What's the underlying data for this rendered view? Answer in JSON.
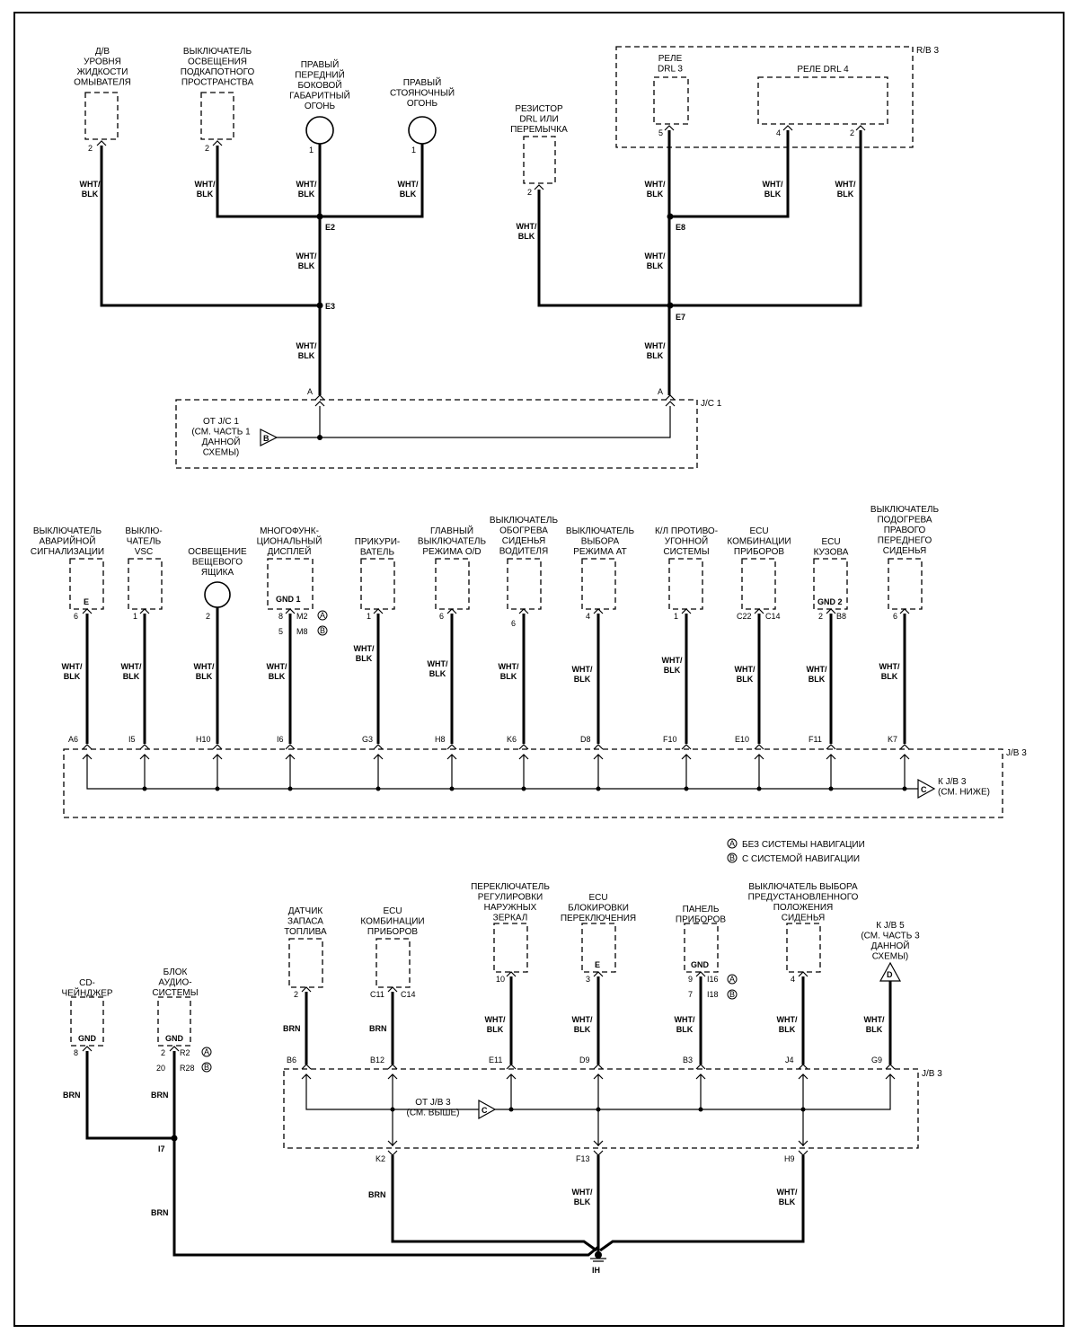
{
  "labels": {
    "c1": [
      "Д/В",
      "УРОВНЯ",
      "ЖИДКОСТИ",
      "ОМЫВАТЕЛЯ"
    ],
    "c2": [
      "ВЫКЛЮЧАТЕЛЬ",
      "ОСВЕЩЕНИЯ",
      "ПОДКАПОТНОГО",
      "ПРОСТРАНСТВА"
    ],
    "c3": [
      "ПРАВЫЙ",
      "ПЕРЕДНИЙ",
      "БОКОВОЙ",
      "ГАБАРИТНЫЙ",
      "ОГОНЬ"
    ],
    "c4": [
      "ПРАВЫЙ",
      "СТОЯНОЧНЫЙ",
      "ОГОНЬ"
    ],
    "c5": [
      "РЕЗИСТОР",
      "DRL ИЛИ",
      "ПЕРЕМЫЧКА"
    ],
    "c6": [
      "РЕЛЕ",
      "DRL 3"
    ],
    "c7": [
      "РЕЛЕ DRL 4"
    ],
    "rb3": "R/B 3",
    "jc1": "J/C 1",
    "jc1_from": [
      "ОТ J/C 1",
      "(СМ. ЧАСТЬ 1",
      "ДАННОЙ",
      "СХЕМЫ)"
    ],
    "m1": [
      "ВЫКЛЮЧАТЕЛЬ",
      "АВАРИЙНОЙ",
      "СИГНАЛИЗАЦИИ"
    ],
    "m2": [
      "ВЫКЛЮ-",
      "ЧАТЕЛЬ",
      "VSC"
    ],
    "m3": [
      "ОСВЕЩЕНИЕ",
      "ВЕЩЕВОГО",
      "ЯЩИКА"
    ],
    "m4": [
      "МНОГОФУНК-",
      "ЦИОНАЛЬНЫЙ",
      "ДИСПЛЕЙ"
    ],
    "m5": [
      "ПРИКУРИ-",
      "ВАТЕЛЬ"
    ],
    "m6": [
      "ГЛАВНЫЙ",
      "ВЫКЛЮЧАТЕЛЬ",
      "РЕЖИМА O/D"
    ],
    "m7": [
      "ВЫКЛЮЧАТЕЛЬ",
      "ОБОГРЕВА",
      "СИДЕНЬЯ",
      "ВОДИТЕЛЯ"
    ],
    "m8": [
      "ВЫКЛЮЧАТЕЛЬ",
      "ВЫБОРА",
      "РЕЖИМА AT"
    ],
    "m9": [
      "К/Л ПРОТИВО-",
      "УГОННОЙ",
      "СИСТЕМЫ"
    ],
    "m10": [
      "ECU",
      "КОМБИНАЦИИ",
      "ПРИБОРОВ"
    ],
    "m11": [
      "ECU",
      "КУЗОВА"
    ],
    "m12": [
      "ВЫКЛЮЧАТЕЛЬ",
      "ПОДОГРЕВА",
      "ПРАВОГО",
      "ПЕРЕДНЕГО",
      "СИДЕНЬЯ"
    ],
    "jb3": "J/B 3",
    "to_jb3": [
      "К J/B 3",
      "(СМ. НИЖЕ)"
    ],
    "legend_a": "БЕЗ СИСТЕМЫ НАВИГАЦИИ",
    "legend_b": "С СИСТЕМОЙ НАВИГАЦИИ",
    "b1": [
      "CD-",
      "ЧЕЙНДЖЕР"
    ],
    "b2": [
      "БЛОК",
      "АУДИО-",
      "СИСТЕМЫ"
    ],
    "b3": [
      "ДАТЧИК",
      "ЗАПАСА",
      "ТОПЛИВА"
    ],
    "b4": [
      "ECU",
      "КОМБИНАЦИИ",
      "ПРИБОРОВ"
    ],
    "b5": [
      "ПЕРЕКЛЮЧАТЕЛЬ",
      "РЕГУЛИРОВКИ",
      "НАРУЖНЫХ",
      "ЗЕРКАЛ"
    ],
    "b6": [
      "ECU",
      "БЛОКИРОВКИ",
      "ПЕРЕКЛЮЧЕНИЯ"
    ],
    "b7": [
      "ПАНЕЛЬ",
      "ПРИБОРОВ"
    ],
    "b8": [
      "ВЫКЛЮЧАТЕЛЬ ВЫБОРА",
      "ПРЕДУСТАНОВЛЕННОГО",
      "ПОЛОЖЕНИЯ",
      "СИДЕНЬЯ"
    ],
    "b9": [
      "К J/B 5",
      "(СМ. ЧАСТЬ 3",
      "ДАННОЙ",
      "СХЕМЫ)"
    ],
    "from_jb3": [
      "ОТ J/B 3",
      "(СМ. ВЫШЕ)"
    ]
  },
  "wire": {
    "wb": [
      "WHT/",
      "BLK"
    ],
    "brn": "BRN"
  },
  "splice": {
    "E2": "E2",
    "E3": "E3",
    "E8": "E8",
    "E7": "E7",
    "I7": "I7",
    "IH": "IH"
  },
  "pins": {
    "c1": "2",
    "c2": "2",
    "c3": "1",
    "c4": "1",
    "c5": "2",
    "c6": "5",
    "c7a": "4",
    "c7b": "2",
    "jcA": "A",
    "jcB": "A",
    "fromB": "B",
    "m1": "6",
    "m1e": "E",
    "m2": "1",
    "m3": "2",
    "m4": "8",
    "m4b": "5",
    "m4g": "GND 1",
    "m4c": "M2",
    "m4d": "M8",
    "m5": "1",
    "m6": "6",
    "m7": "6",
    "m8": "4",
    "m9": "1",
    "m10": "C22",
    "m10b": "C14",
    "m11": "2",
    "m11b": "B8",
    "m11g": "GND 2",
    "m12": "6",
    "j1": "A6",
    "j2": "I5",
    "j3": "H10",
    "j4": "I6",
    "j5": "G3",
    "j6": "H8",
    "j7": "K6",
    "j8": "D8",
    "j9": "F10",
    "j10": "E10",
    "j11": "F11",
    "j12": "K7",
    "toC": "C",
    "legA": "A",
    "legB": "B",
    "b1": "8",
    "b1g": "GND",
    "b2": "2",
    "b2b": "20",
    "b2g": "GND",
    "b2c": "R2",
    "b2d": "R28",
    "b3": "2",
    "b4": "C11",
    "b4b": "C14",
    "b5": "10",
    "b6": "3",
    "b6e": "E",
    "b7": "9",
    "b7b": "7",
    "b7g": "GND",
    "b7c": "I16",
    "b7d": "I18",
    "b8": "4",
    "b9": "D",
    "k1": "B6",
    "k2": "B12",
    "k3": "E11",
    "k4": "D9",
    "k5": "B3",
    "k6": "J4",
    "k7": "G9",
    "k8": "K2",
    "k9": "F13",
    "k10": "H9",
    "fromC": "C"
  }
}
